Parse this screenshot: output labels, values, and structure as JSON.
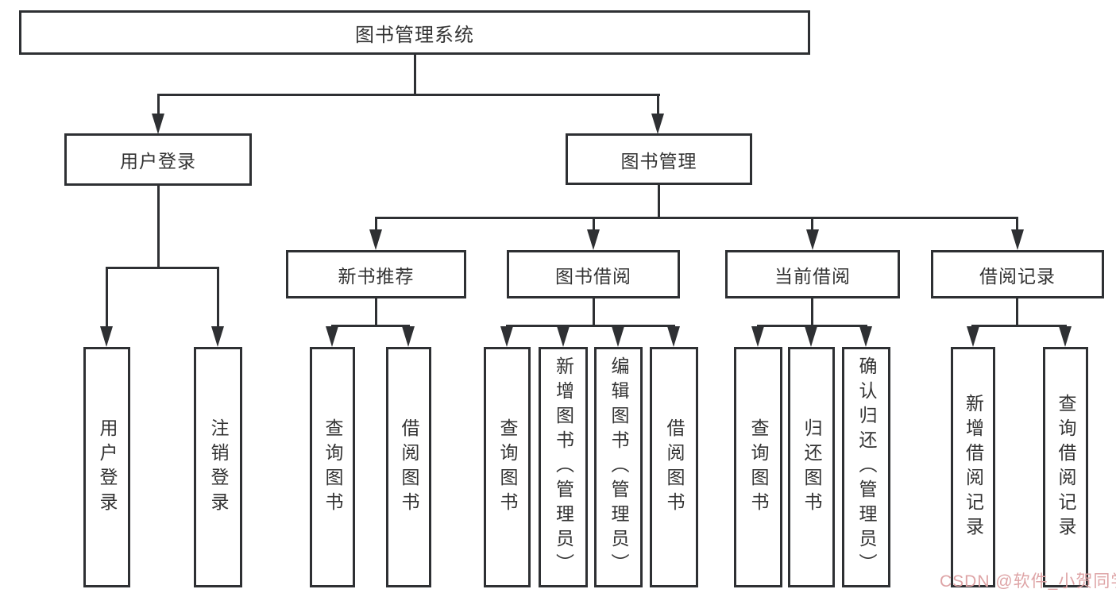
{
  "diagram_title": "图书管理系统",
  "watermark": "CSDN @软件_小贺同学",
  "colors": {
    "line": "#2e3033",
    "text": "#333333",
    "box_background": "#ffffff",
    "watermark": "#dea4a6"
  },
  "nodes": {
    "root": {
      "label": "图书管理系统"
    },
    "user_login": {
      "label": "用户登录"
    },
    "book_management": {
      "label": "图书管理"
    },
    "new_book_recommend": {
      "label": "新书推荐"
    },
    "book_borrowing": {
      "label": "图书借阅"
    },
    "current_borrowing": {
      "label": "当前借阅"
    },
    "borrowing_records": {
      "label": "借阅记录"
    },
    "leaf_user_login": {
      "label": "用户登录"
    },
    "leaf_logout": {
      "label": "注销登录"
    },
    "leaf_query_books_1": {
      "label": "查询图书"
    },
    "leaf_borrow_books_1": {
      "label": "借阅图书"
    },
    "leaf_query_books_2": {
      "label": "查询图书"
    },
    "leaf_add_books": {
      "label": "新增图书（管理员）"
    },
    "leaf_edit_books": {
      "label": "编辑图书（管理员）"
    },
    "leaf_borrow_books_2": {
      "label": "借阅图书"
    },
    "leaf_query_books_3": {
      "label": "查询图书"
    },
    "leaf_return_books": {
      "label": "归还图书"
    },
    "leaf_confirm_return": {
      "label": "确认归还（管理员）"
    },
    "leaf_add_borrow_record": {
      "label": "新增借阅记录"
    },
    "leaf_query_borrow_record": {
      "label": "查询借阅记录"
    }
  },
  "tree": {
    "图书管理系统": {
      "用户登录": [
        "用户登录",
        "注销登录"
      ],
      "图书管理": {
        "新书推荐": [
          "查询图书",
          "借阅图书"
        ],
        "图书借阅": [
          "查询图书",
          "新增图书（管理员）",
          "编辑图书（管理员）",
          "借阅图书"
        ],
        "当前借阅": [
          "查询图书",
          "归还图书",
          "确认归还（管理员）"
        ],
        "借阅记录": [
          "新增借阅记录",
          "查询借阅记录"
        ]
      }
    }
  }
}
